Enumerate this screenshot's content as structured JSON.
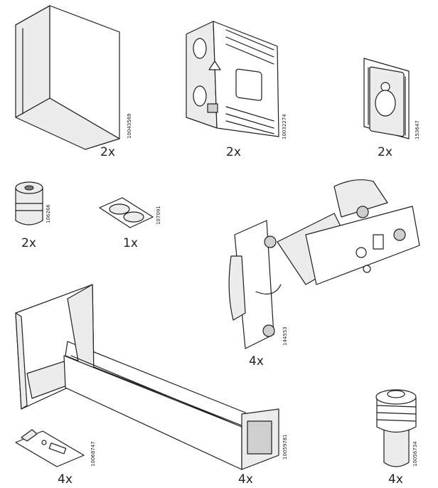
{
  "parts": [
    {
      "id": "corner-panel",
      "code": "10043569",
      "quantity": "2x"
    },
    {
      "id": "mounting-plate",
      "code": "10032274",
      "quantity": "2x"
    },
    {
      "id": "keyhole-hanger",
      "code": "153647",
      "quantity": "2x"
    },
    {
      "id": "cylinder-bolt",
      "code": "106266",
      "quantity": "2x"
    },
    {
      "id": "adhesive-pads",
      "code": "107091",
      "quantity": "1x"
    },
    {
      "id": "hinge",
      "code": "144553",
      "quantity": "4x"
    },
    {
      "id": "clip-plate",
      "code": "10068747",
      "quantity": "4x"
    },
    {
      "id": "leg-bracket",
      "code": "10059781",
      "quantity": "4x"
    },
    {
      "id": "adjustable-foot",
      "code": "10056734",
      "quantity": "4x"
    }
  ]
}
